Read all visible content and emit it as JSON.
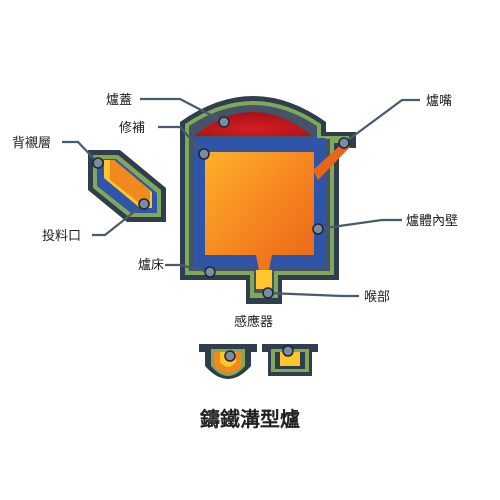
{
  "title": "鑄鐵溝型爐",
  "labels": {
    "lid": "爐蓋",
    "lining_repair": "修補",
    "backing_layer": "背襯層",
    "charging_port": "投料口",
    "hearth": "爐床",
    "spout": "爐嘴",
    "inner_wall": "爐體內壁",
    "throat": "喉部",
    "inductor": "感應器"
  },
  "colors": {
    "shell_dark": "#2f3d4d",
    "shell_mid": "#445466",
    "green_lining": "#7fa85a",
    "refractory_blue": "#2f55a8",
    "lid_red": "#c0151b",
    "melt_orange": "#f08a1f",
    "melt_yellow": "#ffc62e",
    "leader": "#4a5a6e"
  }
}
